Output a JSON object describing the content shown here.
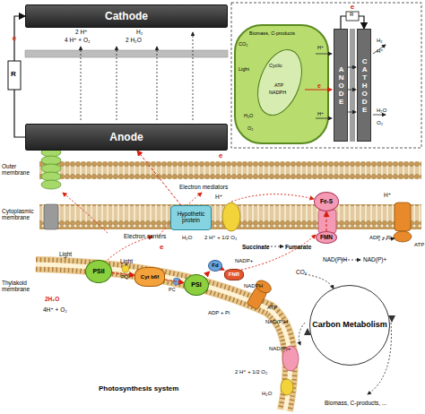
{
  "diagram": {
    "nodes": [
      {
        "text": [
          "Cathode"
        ]
      },
      {
        "text": [
          "Anode"
        ]
      },
      {
        "text": [
          "ANODE"
        ]
      },
      {
        "text": [
          "CATHODE"
        ]
      },
      {
        "text": [
          "Hypothetic protein"
        ]
      },
      {
        "text": [
          "Fe-S"
        ]
      },
      {
        "text": [
          "FMN"
        ]
      },
      {
        "text": [
          "PSII"
        ]
      },
      {
        "text": [
          "Cyt b6f"
        ]
      },
      {
        "text": [
          "PSI"
        ]
      },
      {
        "text": [
          "Fd"
        ]
      },
      {
        "text": [
          "FNR"
        ]
      },
      {
        "text": [
          "Carbon Metabolism"
        ]
      }
    ],
    "edges": [
      {
        "from": 1,
        "to": 0,
        "arrow": "to",
        "label": "e"
      },
      {
        "from": 2,
        "to": 3,
        "arrow": "to",
        "label": "e"
      },
      {
        "from": 7,
        "to": 8,
        "arrow": "to"
      },
      {
        "from": 8,
        "to": 9,
        "arrow": "to"
      },
      {
        "from": 9,
        "to": 10,
        "arrow": "to"
      },
      {
        "from": 10,
        "to": 11,
        "arrow": "to"
      },
      {
        "from": 4,
        "to": 1,
        "arrow": "to"
      },
      {
        "from": 6,
        "to": 5,
        "arrow": "to"
      }
    ],
    "labels": [
      "R",
      "2 H⁺",
      "4 H⁺ + O₂",
      "H₂",
      "2 H₂O",
      "e",
      "Outer membrane",
      "Cytoplasmic membrane",
      "Electron mediators",
      "H⁺",
      "H₂O",
      "2 H⁺ + 1/2 O₂",
      "Succinate",
      "Fumarate",
      "NAD(P)H",
      "NAD(P)+",
      "ADP + Pi",
      "ATP",
      "H⁺",
      "Electron carriers",
      "e",
      "Light",
      "Light",
      "PQ",
      "PC",
      "2H₂O",
      "4H⁺ + O₂",
      "Thylakoid membrane",
      "NADP+",
      "NADPH",
      "ADP + Pi",
      "ATP",
      "CO₂",
      "NAD(P)H",
      "NAD(P)+",
      "2 H⁺ + 1/2 O₂",
      "H₂O",
      "Photosynthesis system",
      "Biomass, C-products, ...",
      "R",
      "Biomass, C-products",
      "CO₂",
      "Light",
      "Cyclic",
      "ATP",
      "NADPH",
      "H₂O",
      "O₂",
      "e",
      "H⁺",
      "H⁺",
      "H₂",
      "H⁺",
      "H₂O",
      "O₂"
    ]
  }
}
